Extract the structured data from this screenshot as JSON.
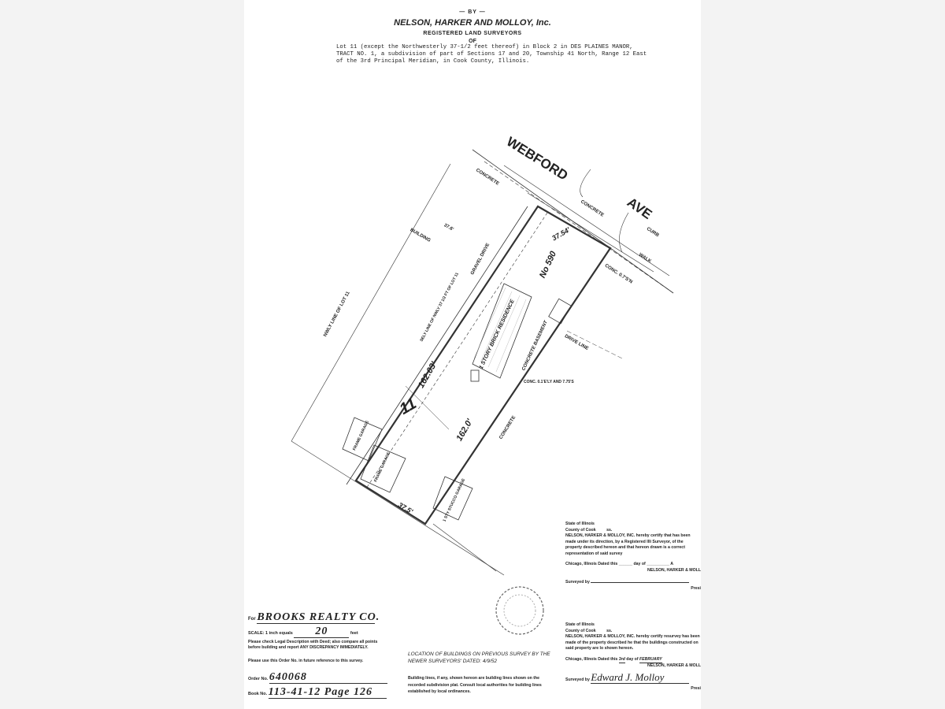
{
  "header": {
    "by": "— BY —",
    "firm": "NELSON, HARKER AND MOLLOY, Inc.",
    "subtitle": "REGISTERED LAND SURVEYORS",
    "of": "OF",
    "legal_description": "Lot 11 (except the Northwesterly 37-1/2 feet thereof) in Block 2 in DES PLAINES MANOR, TRACT NO. 1, a subdivision of part of Sections 17 and 20, Township 41 North, Range 12 East of the 3rd Principal Meridian, in Cook County, Illinois."
  },
  "drawing": {
    "street_1": "WEBFORD",
    "street_2": "AVE",
    "concrete_top": "CONCRETE",
    "concrete_walk": "CONCRETE",
    "curb": "CURB",
    "walk": "WALK",
    "sidewalk_note": "CONC. 0.7'S'N",
    "front_dim": "37.54'",
    "house_no": "No 590",
    "residence": "1 STORY BRICK RESIDENCE",
    "residence_2": "CONCRETE BASEMENT",
    "side_dim": "162.03'",
    "side_dim_2": "162.0'",
    "rear_dim": "37.5'",
    "lot_no": "11",
    "building_line": "BUILDING",
    "building_dim": "37.6'",
    "nly_line": "NWLY LINE OF LOT 11",
    "sely_line": "SELY LINE OF NWLY 37 1/2 FT OF LOT 11",
    "gravel_drive": "GRAVEL DRIVE",
    "drive_line": "DRIVE LINE",
    "concrete_side": "CONCRETE",
    "frame_garage_1": "FRAME GARAGE",
    "frame_garage_2": "FRAME GARAGE",
    "stucco_garage": "1 STY STUCCO GARAGE",
    "conc_note": "CONC. 0.1'E'LY AND 7.75'S"
  },
  "left_block": {
    "for_label": "For",
    "for_value": "BROOKS REALTY CO.",
    "scale_label": "SCALE: 1 inch equals",
    "scale_value": "20",
    "scale_unit": "feet",
    "notice": "Please check Legal Description with Deed; also compare all points before building and report ANY DISCREPANCY IMMEDIATELY.",
    "order_note": "Please use this Order No. in future reference to this survey.",
    "order_label": "Order No.",
    "order_value": "640068",
    "book_label": "Book No.",
    "book_value": "113-41-12 Page 126"
  },
  "middle_block": {
    "location_note": "LOCATION OF BUILDINGS ON PREVIOUS SURVEY BY THE NEWER SURVEYORS' DATED: 4/9/52",
    "building_lines_note": "Building lines, if any, shown hereon are building lines shown on the recorded subdivision plat. Consult local authorities for building lines established by local ordinances."
  },
  "cert_1": {
    "state": "State of Illinois",
    "county": "County of Cook",
    "ss": "ss.",
    "text": "NELSON, HARKER & MOLLOY, INC. hereby certify that has been made under its direction, by a Registered Illi Surveyor, of the property described hereon and that hereon drawn is a correct representation of said survey",
    "dated": "Chicago, Illinois  Dated this ______ day of __________ A",
    "firm": "NELSON, HARKER & MOLL",
    "surveyed_by": "Surveyed by",
    "pres": "Presi"
  },
  "cert_2": {
    "state": "State of Illinois",
    "county": "County of Cook",
    "ss": "ss.",
    "text": "NELSON, HARKER & MOLLOY, INC. hereby certify resurvey has been made of the property described he that the buildings constructed on said property are lo shown hereon.",
    "dated_prefix": "Chicago, Illinois Dated this",
    "day": "3rd",
    "day_of": "day of",
    "month": "FEBRUARY",
    "firm": "NELSON, HARKER & MOLL",
    "surveyed_by": "Surveyed by",
    "signature": "Edward J. Molloy",
    "pres": "Presi"
  }
}
